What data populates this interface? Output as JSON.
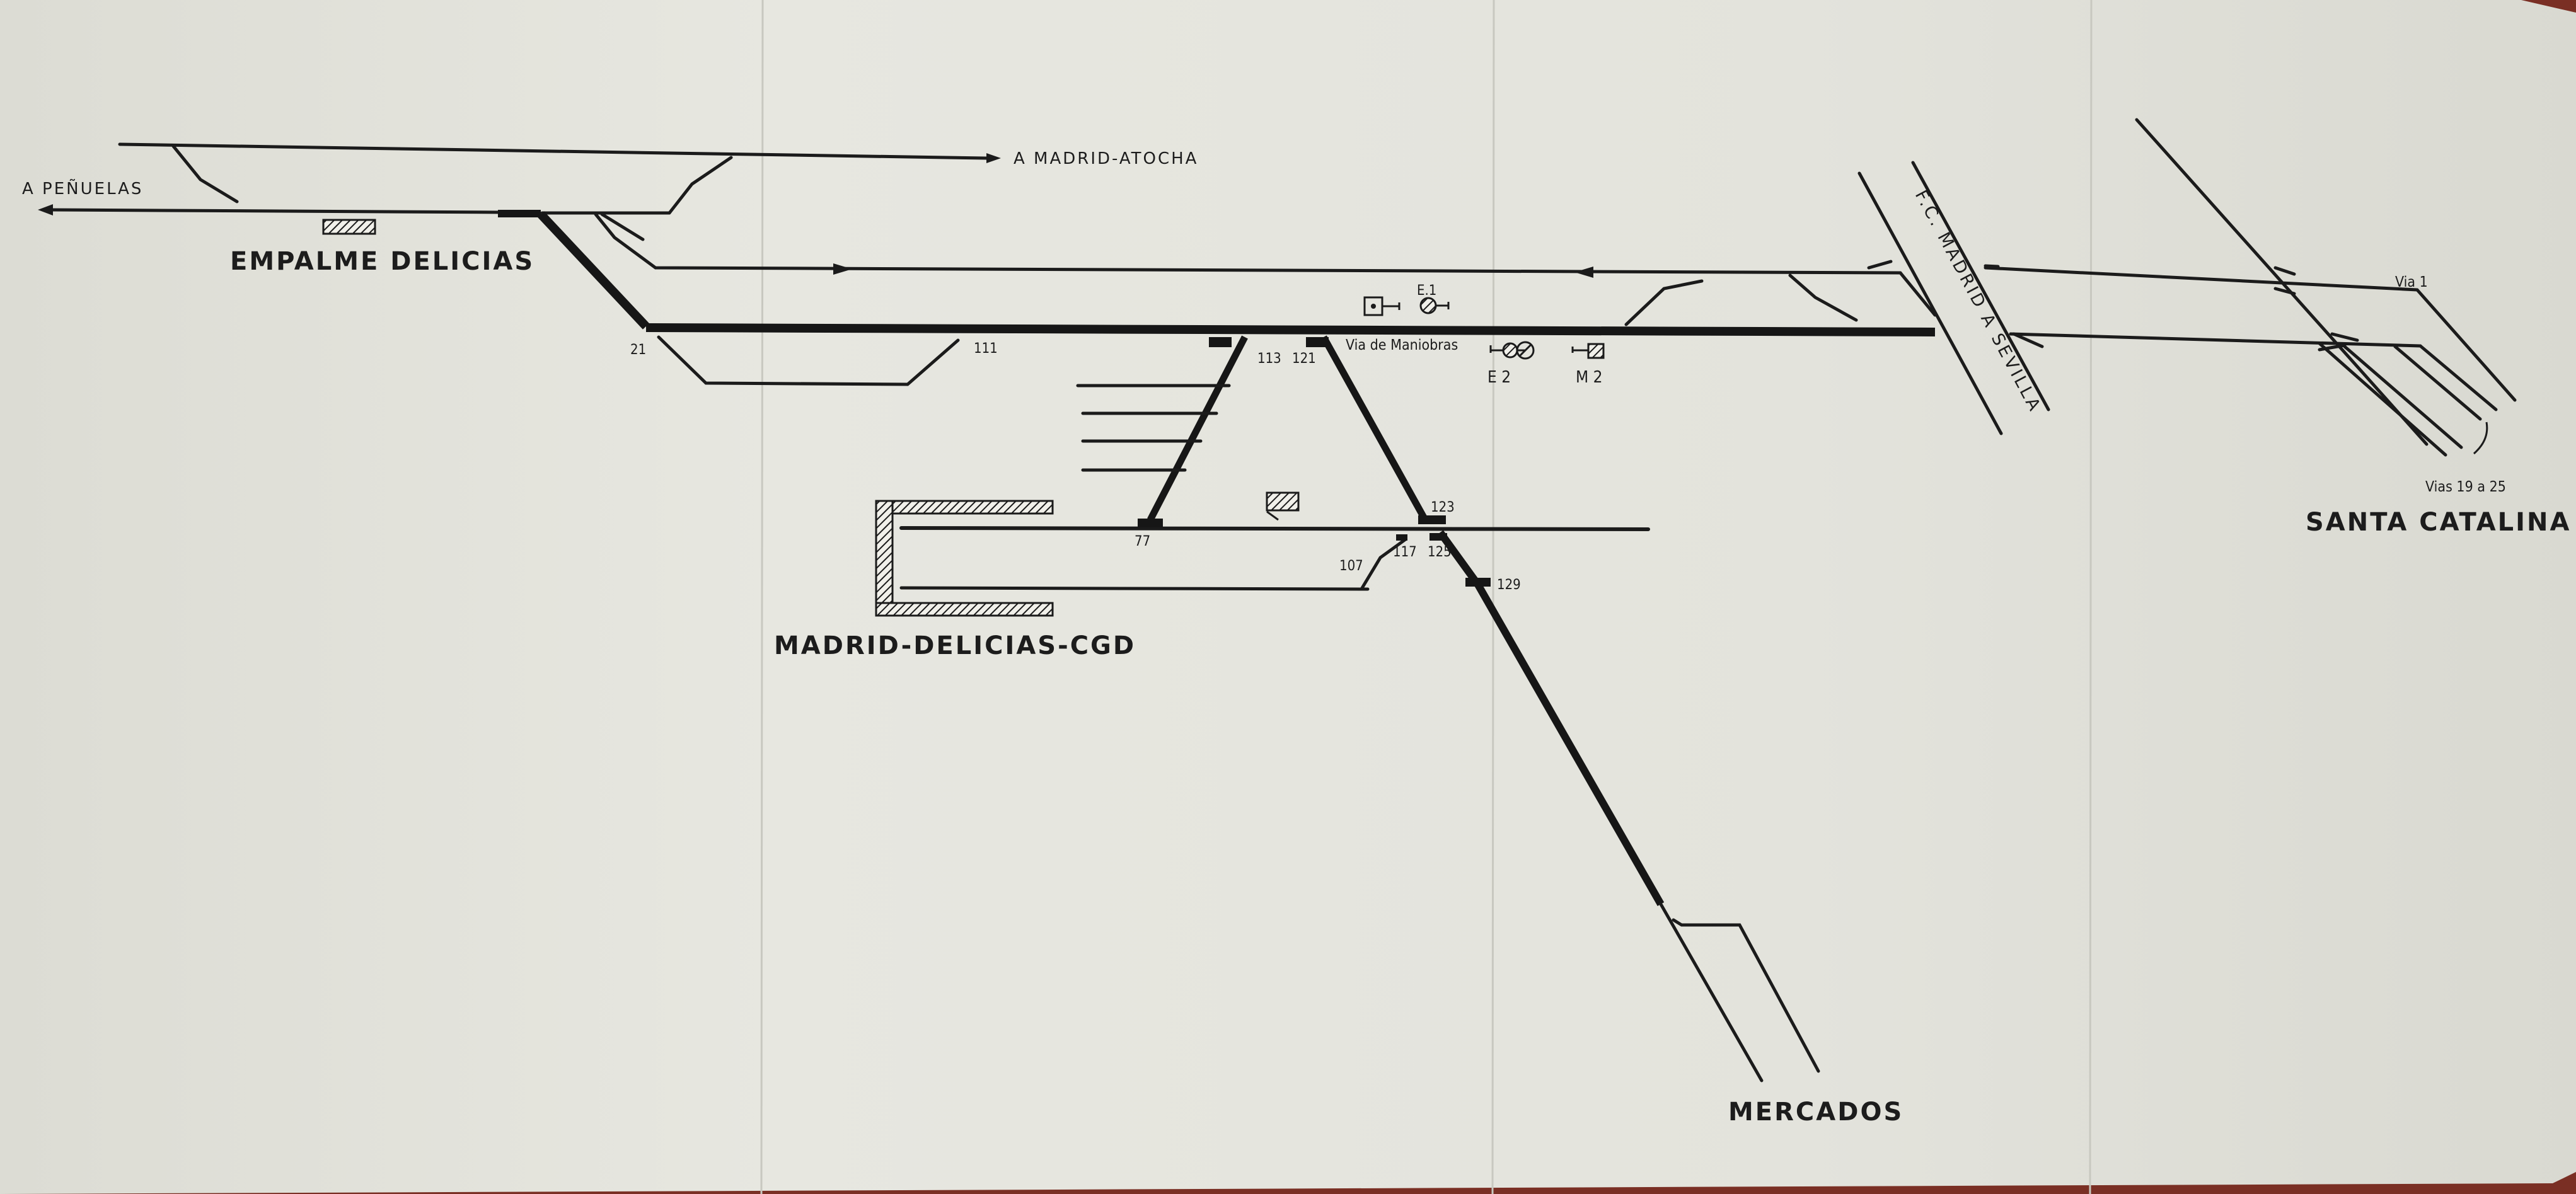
{
  "diagram": {
    "stations": {
      "empalme_delicias": "EMPALME DELICIAS",
      "madrid_delicias_cgd": "MADRID-DELICIAS-CGD",
      "santa_catalina": "SANTA CATALINA",
      "mercados": "MERCADOS"
    },
    "directions": {
      "penuelas": "A PEÑUELAS",
      "atocha": "A MADRID-ATOCHA",
      "railway_line": "F.C. MADRID A SEVILLA"
    },
    "track_labels": {
      "via_maniobras": "Via de Maniobras",
      "via_1": "Via 1",
      "vias_19_25": "Vias 19 a 25"
    },
    "signals": {
      "e1": "E.1",
      "e2": "E 2",
      "m2": "M 2"
    },
    "switch_numbers": {
      "n21": "21",
      "n111": "111",
      "n113": "113",
      "n121": "121",
      "n123": "123",
      "n77": "77",
      "n107": "107",
      "n117": "117",
      "n125": "125",
      "n129": "129"
    }
  }
}
